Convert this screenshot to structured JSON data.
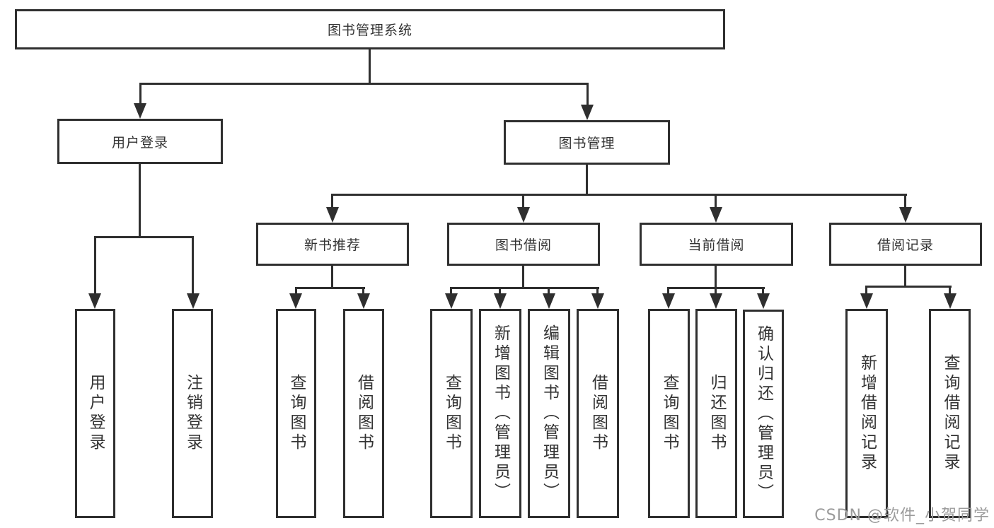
{
  "diagram": {
    "root": {
      "label": "图书管理系统",
      "children": [
        {
          "label": "用户登录",
          "children": [
            {
              "label": "用户登录"
            },
            {
              "label": "注销登录"
            }
          ]
        },
        {
          "label": "图书管理",
          "children": [
            {
              "label": "新书推荐",
              "children": [
                {
                  "label": "查询图书"
                },
                {
                  "label": "借阅图书"
                }
              ]
            },
            {
              "label": "图书借阅",
              "children": [
                {
                  "label": "查询图书"
                },
                {
                  "label": "新增图书（管理员）"
                },
                {
                  "label": "编辑图书（管理员）"
                },
                {
                  "label": "借阅图书"
                }
              ]
            },
            {
              "label": "当前借阅",
              "children": [
                {
                  "label": "查询图书"
                },
                {
                  "label": "归还图书"
                },
                {
                  "label": "确认归还（管理员）"
                }
              ]
            },
            {
              "label": "借阅记录",
              "children": [
                {
                  "label": "新增借阅记录"
                },
                {
                  "label": "查询借阅记录"
                }
              ]
            }
          ]
        }
      ]
    }
  },
  "watermark": {
    "text": "CSDN @软件_小贺同学",
    "color": "#9b9b9b"
  },
  "colors": {
    "line": "#2f2f2f",
    "text": "#333333",
    "background": "#ffffff"
  }
}
